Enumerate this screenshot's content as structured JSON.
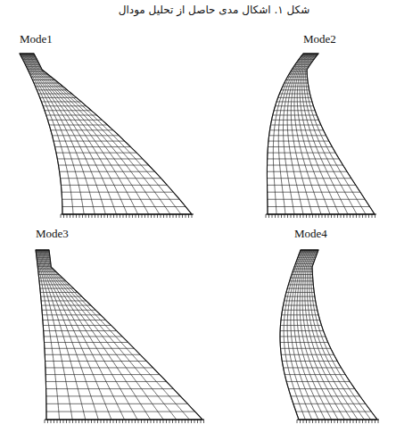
{
  "diagram": {
    "caption": "شکل ۱. اشکال مدی حاصل از تحلیل مودال",
    "labels": [
      "Mode1",
      "Mode2",
      "Mode3",
      "Mode4"
    ]
  }
}
